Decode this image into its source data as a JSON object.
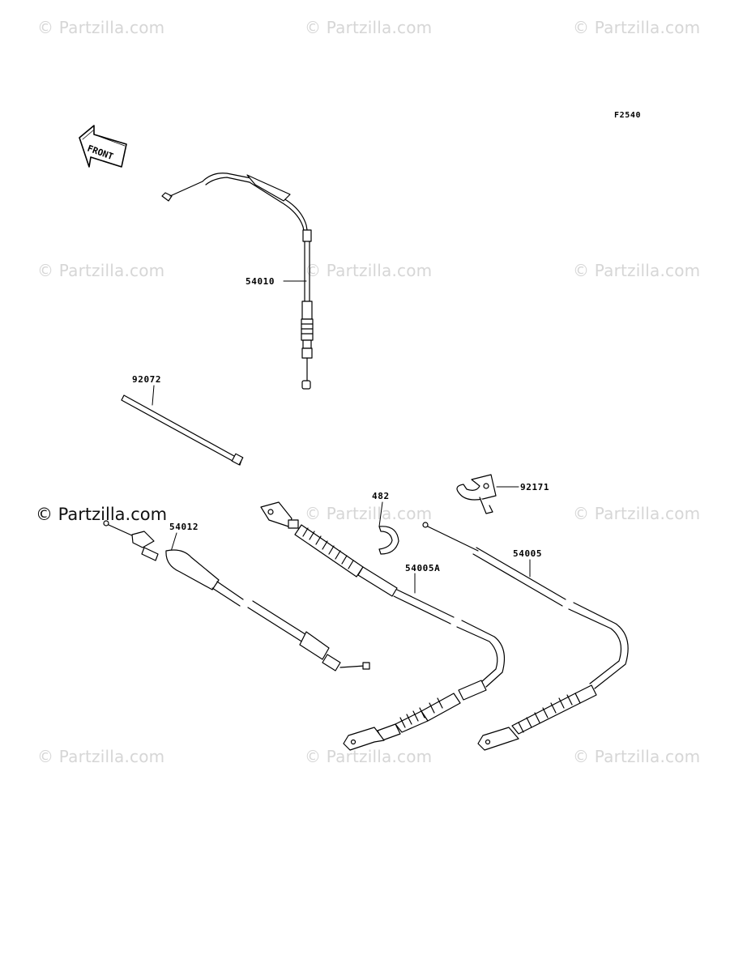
{
  "diagram_code": "F2540",
  "watermark": {
    "text": "© Partzilla.com",
    "strong_text": "© Partzilla.com"
  },
  "direction_marker": "FRONT",
  "callouts": [
    {
      "id": "54010",
      "part": "throttle-cable"
    },
    {
      "id": "92072",
      "part": "band"
    },
    {
      "id": "54012",
      "part": "choke-cable"
    },
    {
      "id": "482",
      "part": "e-clip"
    },
    {
      "id": "92171",
      "part": "clamp"
    },
    {
      "id": "54005A",
      "part": "brake-cable"
    },
    {
      "id": "54005",
      "part": "brake-cable"
    }
  ]
}
